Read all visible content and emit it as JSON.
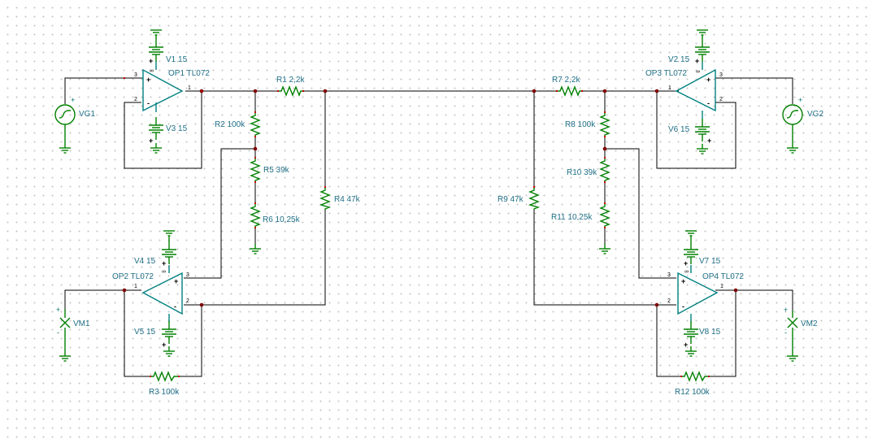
{
  "components": {
    "OP1": "OP1 TL072",
    "OP2": "OP2 TL072",
    "OP3": "OP3 TL072",
    "OP4": "OP4 TL072",
    "V1": "V1 15",
    "V2": "V2 15",
    "V3": "V3 15",
    "V4": "V4 15",
    "V5": "V5 15",
    "V6": "V6 15",
    "V7": "V7 15",
    "V8": "V8 15",
    "R1": "R1 2,2k",
    "R2": "R2 100k",
    "R3": "R3 100k",
    "R4": "R4 47k",
    "R5": "R5 39k",
    "R6": "R6 10,25k",
    "R7": "R7 2,2k",
    "R8": "R8 100k",
    "R9": "R9 47k",
    "R10": "R10 39k",
    "R11": "R11 10,25k",
    "R12": "R12 100k",
    "VG1": "VG1",
    "VG2": "VG2",
    "VM1": "VM1",
    "VM2": "VM2"
  },
  "pins": {
    "p1": "1",
    "p2": "2",
    "p3": "3"
  },
  "signs": {
    "plus": "+",
    "minus": "-"
  },
  "colors": {
    "wire": "#000000",
    "opamp": "#008080",
    "resistor": "#008000",
    "junction": "#800000",
    "label": "#1f6f86",
    "pin_dot": "#cc0000"
  }
}
